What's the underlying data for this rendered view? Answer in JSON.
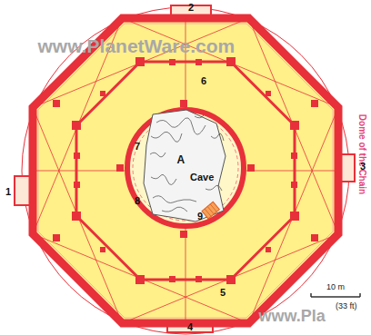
{
  "diagram": {
    "labels": [
      "2",
      "www.PlanetWare.com",
      "6",
      "Dome of the Chain",
      "1",
      "3",
      "A",
      "Cave",
      "7",
      "8",
      "9",
      "5",
      "10 m",
      "(33 ft)",
      "www.Pla",
      "4"
    ]
  }
}
